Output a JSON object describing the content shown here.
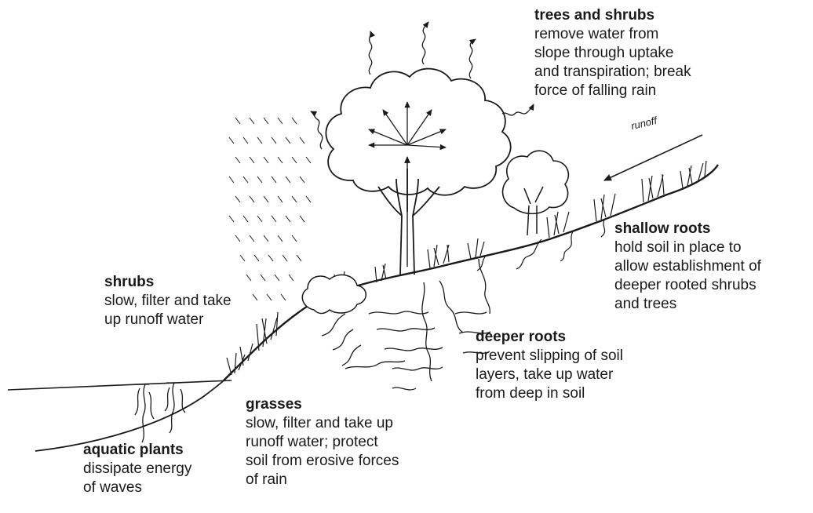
{
  "labels": {
    "trees_shrubs": {
      "title": "trees and shrubs",
      "text": "remove water from\nslope through uptake\nand transpiration; break\nforce of falling rain"
    },
    "shallow_roots": {
      "title": "shallow roots",
      "text": "hold soil in place to\nallow establishment of\ndeeper rooted shrubs\nand trees"
    },
    "shrubs": {
      "title": "shrubs",
      "text": "slow, filter and take\nup runoff water"
    },
    "deeper_roots": {
      "title": "deeper roots",
      "text": "prevent slipping of soil\nlayers, take up water\nfrom deep in soil"
    },
    "grasses": {
      "title": "grasses",
      "text": "slow, filter and take up\nrunoff water; protect\nsoil from erosive forces\nof rain"
    },
    "aquatic_plants": {
      "title": "aquatic plants",
      "text": "dissipate energy\nof waves"
    }
  },
  "runoff_label": "runoff",
  "colors": {
    "ink": "#1a1a1a",
    "background": "#ffffff"
  }
}
